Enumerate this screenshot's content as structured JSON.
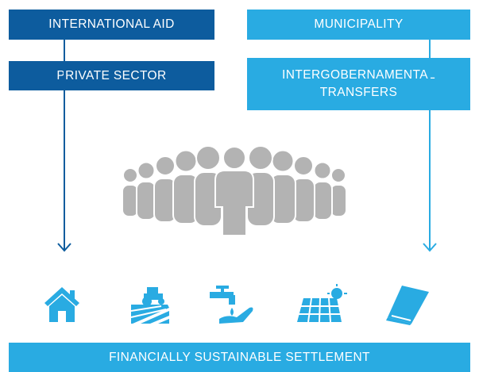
{
  "funding": {
    "international_aid": "INTERNATIONAL AID",
    "private_sector": "PRIVATE SECTOR",
    "municipality": "MUNICIPALITY",
    "intergovernmental_line1": "INTERGOBERNAMENTAL",
    "intergovernmental_line2": "TRANSFERS"
  },
  "icons": [
    "house-icon",
    "farm-tractor-icon",
    "water-tap-icon",
    "solar-panel-icon",
    "book-icon"
  ],
  "footer": {
    "label": "FINANCIALLY SUSTAINABLE SETTLEMENT"
  },
  "colors": {
    "dark_blue": "#0d5c9e",
    "light_blue": "#29abe2",
    "people_gray": "#b3b3b3"
  }
}
